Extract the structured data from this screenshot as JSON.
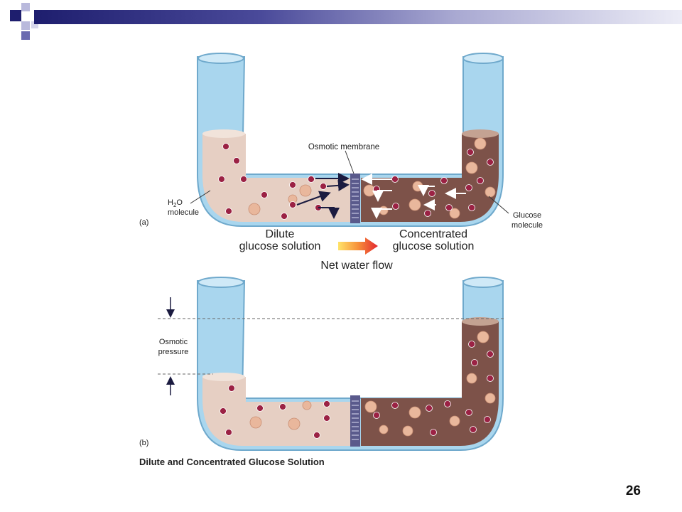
{
  "slide": {
    "page_number": "26"
  },
  "figure": {
    "panel_a_label": "(a)",
    "panel_b_label": "(b)",
    "membrane_label": "Osmotic membrane",
    "water_label_h": "H",
    "water_label_sub": "2",
    "water_label_o": "O",
    "water_label_line2": "molecule",
    "glucose_label_line1": "Glucose",
    "glucose_label_line2": "molecule",
    "dilute_line1": "Dilute",
    "dilute_line2": "glucose solution",
    "concentrated_line1": "Concentrated",
    "concentrated_line2": "glucose solution",
    "net_flow_label": "Net water flow",
    "osmotic_line1": "Osmotic",
    "osmotic_line2": "pressure",
    "caption": "Dilute and Concentrated Glucose Solution"
  },
  "colors": {
    "tube_glass": "#a9d6ee",
    "dilute_fill": "#e6cfc3",
    "concentrated_fill": "#7d5249",
    "molecule": "#9b2244",
    "accent_bar": "#2b2b80"
  }
}
